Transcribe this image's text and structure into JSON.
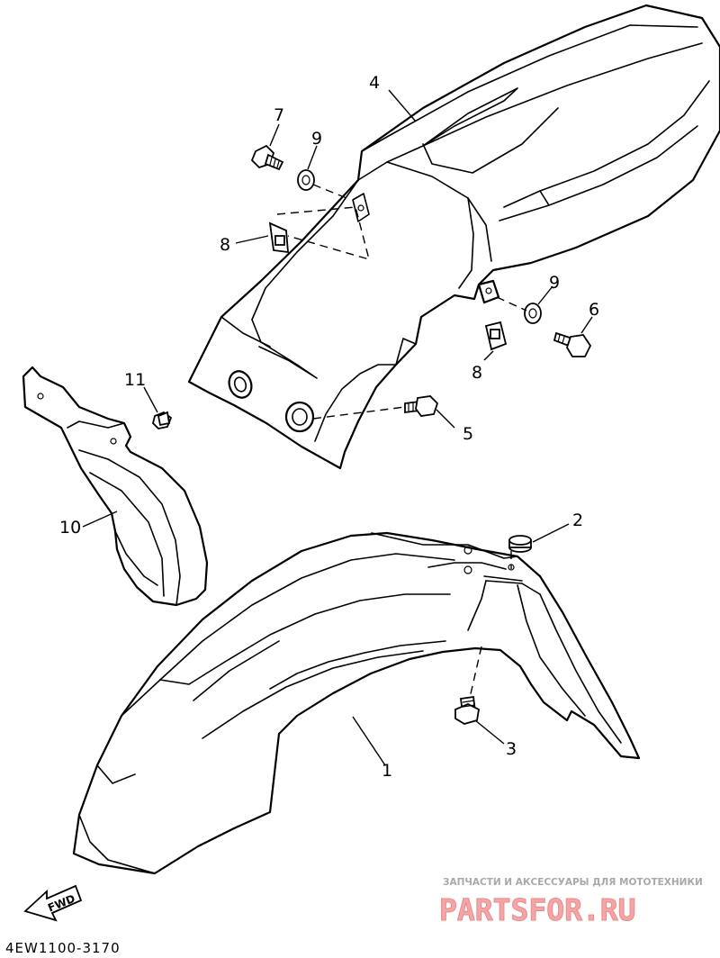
{
  "callouts": {
    "c1": "1",
    "c2": "2",
    "c3": "3",
    "c4": "4",
    "c5": "5",
    "c6": "6",
    "c7": "7",
    "c8a": "8",
    "c8b": "8",
    "c9a": "9",
    "c9b": "9",
    "c10": "10",
    "c11": "11"
  },
  "fwd_label": "FWD",
  "diagram_code": "4EW1100-3170",
  "watermark": {
    "subtitle": "ЗАПЧАСТИ И АКСЕССУАРЫ ДЛЯ МОТОТЕХНИКИ",
    "brand": "PARTSFOR.RU"
  },
  "colors": {
    "line": "#000000",
    "watermark_brand": "#f4a6a6",
    "watermark_subtitle": "#a9a9a9"
  }
}
